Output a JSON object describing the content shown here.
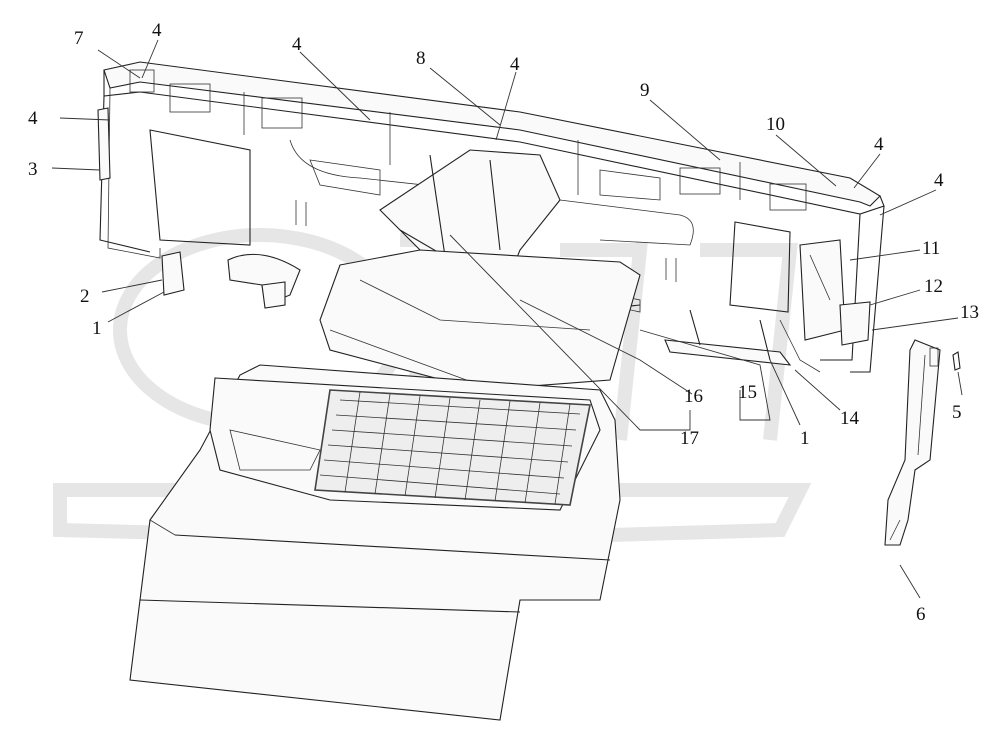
{
  "diagram": {
    "callouts": [
      {
        "id": "c1a",
        "text": "1"
      },
      {
        "id": "c1b",
        "text": "1"
      },
      {
        "id": "c2",
        "text": "2"
      },
      {
        "id": "c3",
        "text": "3"
      },
      {
        "id": "c4a",
        "text": "4"
      },
      {
        "id": "c4b",
        "text": "4"
      },
      {
        "id": "c4c",
        "text": "4"
      },
      {
        "id": "c4d",
        "text": "4"
      },
      {
        "id": "c4e",
        "text": "4"
      },
      {
        "id": "c4f",
        "text": "4"
      },
      {
        "id": "c5",
        "text": "5"
      },
      {
        "id": "c6",
        "text": "6"
      },
      {
        "id": "c7",
        "text": "7"
      },
      {
        "id": "c8",
        "text": "8"
      },
      {
        "id": "c9",
        "text": "9"
      },
      {
        "id": "c10",
        "text": "10"
      },
      {
        "id": "c11",
        "text": "11"
      },
      {
        "id": "c12",
        "text": "12"
      },
      {
        "id": "c13",
        "text": "13"
      },
      {
        "id": "c14",
        "text": "14"
      },
      {
        "id": "c15",
        "text": "15"
      },
      {
        "id": "c16",
        "text": "16"
      },
      {
        "id": "c17",
        "text": "17"
      }
    ]
  },
  "colors": {
    "line": "#222222",
    "watermark": "#e6e6e6",
    "background": "#ffffff"
  }
}
